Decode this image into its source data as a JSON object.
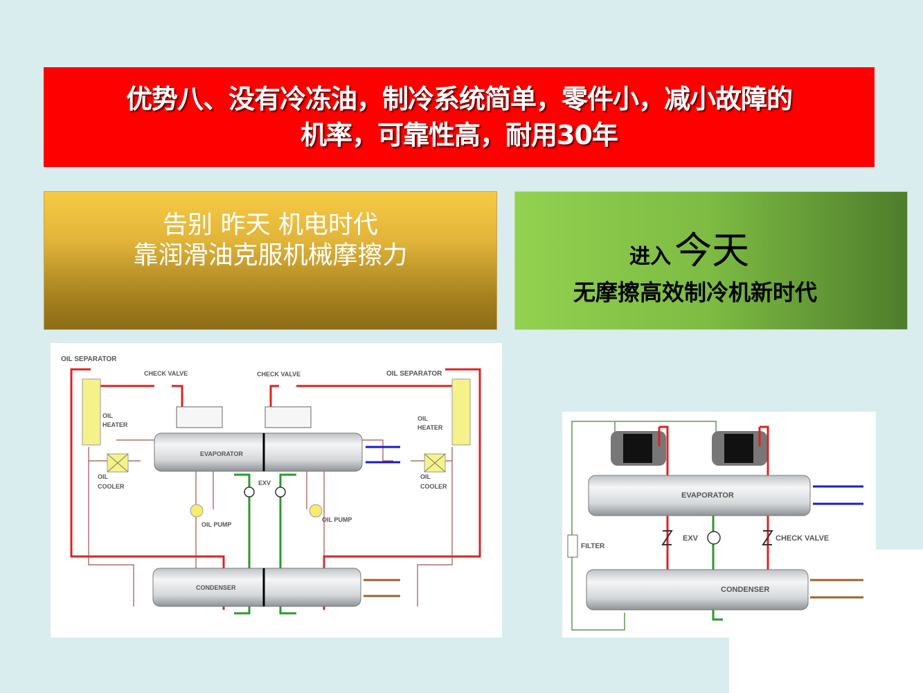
{
  "title": {
    "line1": "优势八、没有冷冻油，制冷系统简单，零件小，减小故障的",
    "line2": "机率，可靠性高，耐用30年"
  },
  "old_era": {
    "line1": "告别  昨天 机电时代",
    "line2": "靠润滑油克服机械摩擦力"
  },
  "new_era": {
    "prefix": "进入",
    "big": "今天",
    "line2": "无摩擦高效制冷机新时代"
  },
  "diagram_old": {
    "labels": {
      "oil_separator": "OIL SEPARATOR",
      "check_valve": "CHECK VALVE",
      "oil_heater_1": "OIL",
      "oil_heater_2": "HEATER",
      "oil_cooler_1": "OIL",
      "oil_cooler_2": "COOLER",
      "evaporator": "EVAPORATOR",
      "exv": "EXV",
      "oil_pump": "OIL PUMP",
      "condenser": "CONDENSER"
    }
  },
  "diagram_new": {
    "labels": {
      "evaporator": "EVAPORATOR",
      "exv": "EXV",
      "check_valve": "CHECK VALVE",
      "filter": "FILTER",
      "condenser": "CONDENSER"
    }
  },
  "colors": {
    "title_bg": "#ff0000",
    "refrigerant_hot": "#e02020",
    "liquid_line": "#2a9a2a",
    "chilled_water": "#1a1ad0",
    "condenser_water": "#a0602a",
    "oil_line": "#a05050"
  }
}
